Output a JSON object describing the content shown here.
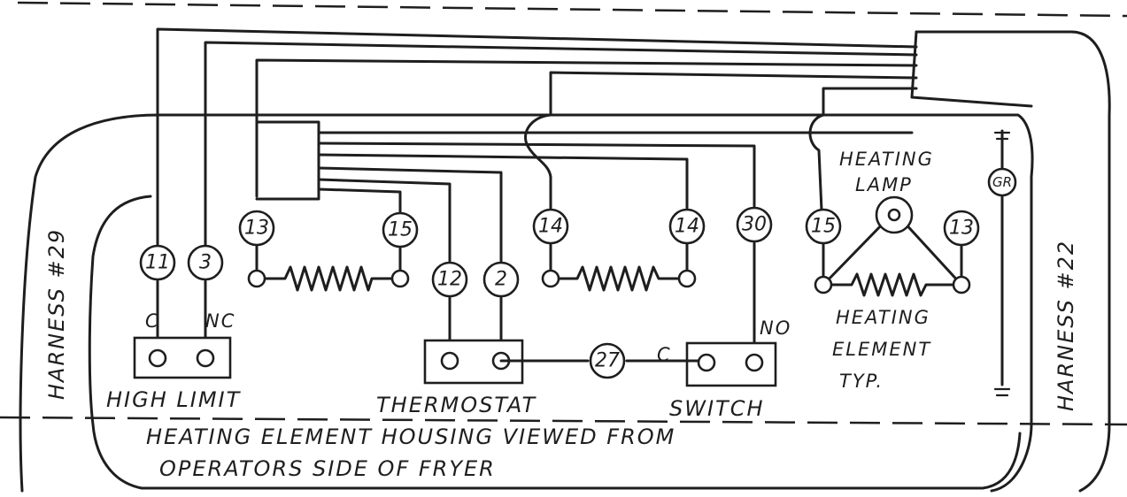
{
  "harness_left": "HARNESS #29",
  "harness_right": "HARNESS #22",
  "components": {
    "high_limit": "HIGH LIMIT",
    "thermostat": "THERMOSTAT",
    "switch": "SWITCH",
    "heating_lamp_line1": "HEATING",
    "heating_lamp_line2": "LAMP",
    "heating_element_line1": "HEATING",
    "heating_element_line2": "ELEMENT",
    "heating_element_line3": "TYP."
  },
  "terminal_labels": {
    "high_limit_c": "C",
    "high_limit_nc": "NC",
    "switch_c": "C",
    "switch_no": "NO"
  },
  "wire_numbers": {
    "w11": "11",
    "w3": "3",
    "w13_left": "13",
    "w15_left": "15",
    "w12": "12",
    "w2": "2",
    "w14_left": "14",
    "w14_right": "14",
    "w30": "30",
    "w15_right": "15",
    "w13_right": "13",
    "w27": "27"
  },
  "ground_label": "GR",
  "caption_line1": "HEATING ELEMENT HOUSING VIEWED FROM",
  "caption_line2": "OPERATORS SIDE OF FRYER"
}
